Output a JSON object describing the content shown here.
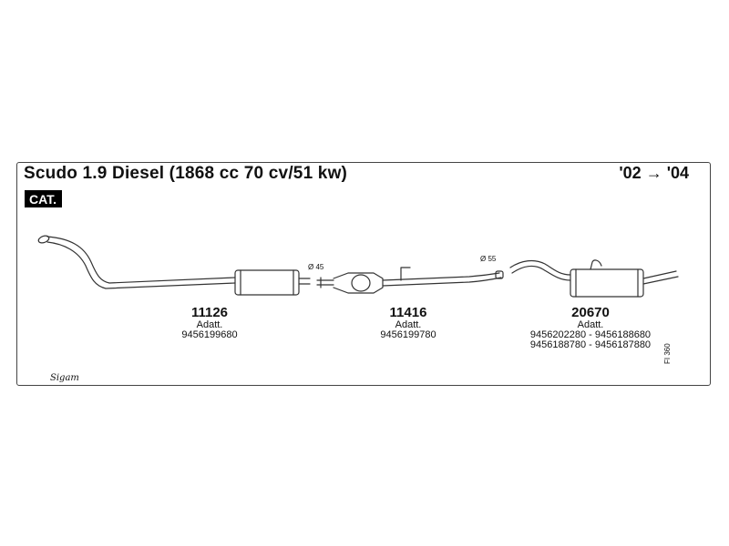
{
  "header": {
    "title": "Scudo 1.9 Diesel (1868 cc 70 cv/51 kw)",
    "years": "'02 → '04",
    "badge": "CAT."
  },
  "parts": [
    {
      "number": "11126",
      "adapt_label": "Adatt.",
      "codes": [
        "9456199680"
      ]
    },
    {
      "number": "11416",
      "adapt_label": "Adatt.",
      "codes": [
        "9456199780"
      ]
    },
    {
      "number": "20670",
      "adapt_label": "Adatt.",
      "codes": [
        "9456202280 - 9456188680",
        "9456188780 - 9456187880"
      ]
    }
  ],
  "diameters": {
    "first": "Ø 45",
    "second": "Ø 55"
  },
  "reference": "FI 360",
  "brand": "Sigam"
}
